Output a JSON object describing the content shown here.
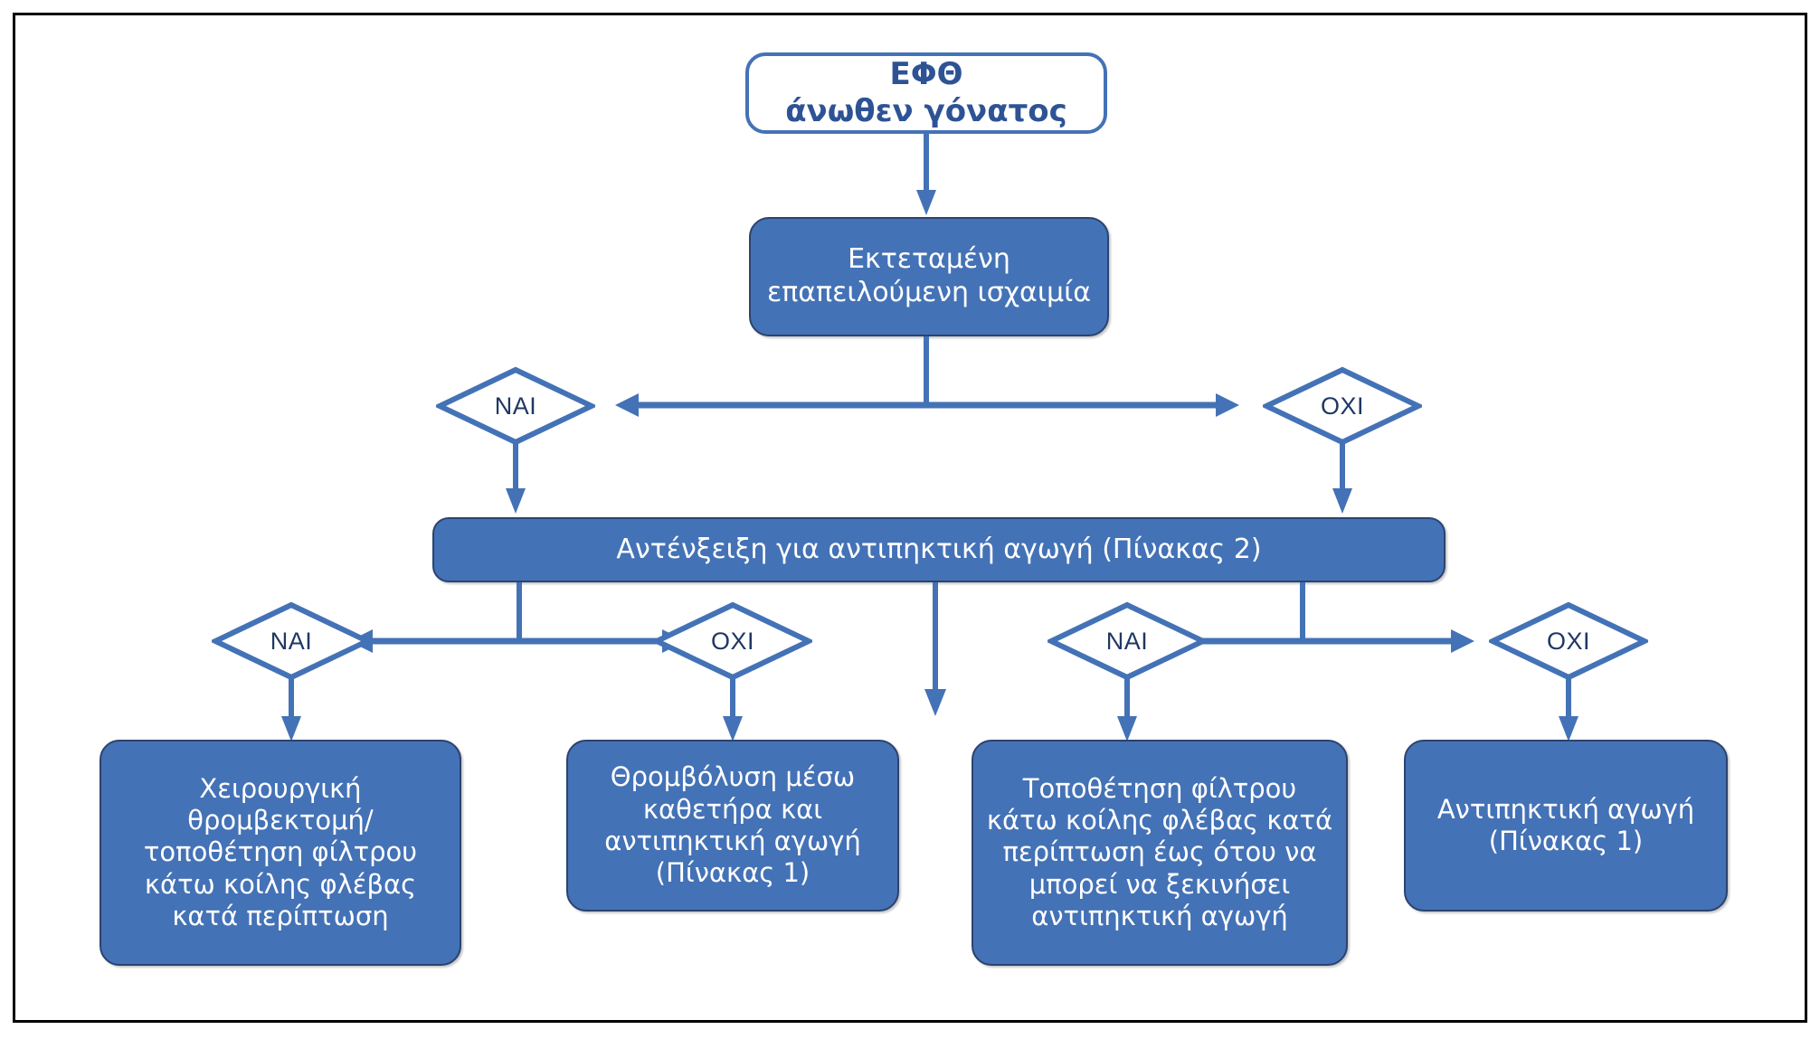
{
  "diagram": {
    "title": "ΕΦΘ άνωθεν γόνατος — αλγόριθμος αντιμετώπισης",
    "colors": {
      "accent": "#4472b6",
      "fill": "#4472b6",
      "fill_border": "#2b436e",
      "outline_text": "#2e5395",
      "diamond_text": "#1f3864",
      "frame": "#000000",
      "box_text": "#ffffff",
      "background": "#ffffff"
    },
    "nodes": {
      "root": {
        "id": "root",
        "line1": "ΕΦΘ",
        "line2": "άνωθεν γόνατος",
        "style": "outline"
      },
      "ischemia": {
        "id": "ischemia",
        "text": "Εκτεταμένη\nεπαπειλούμενη ισχαιμία",
        "style": "filled"
      },
      "contraindication": {
        "id": "contraindication",
        "text": "Αντένξειξη για αντιπηκτική αγωγή (Πίνακας 2)",
        "style": "filled"
      },
      "outcome1": {
        "id": "outcome1",
        "text": "Χειρουργική\nθρομβεκτομή/\nτοποθέτηση φίλτρου\nκάτω κοίλης φλέβας\nκατά περίπτωση",
        "style": "filled"
      },
      "outcome2": {
        "id": "outcome2",
        "text": "Θρομβόλυση μέσω\nκαθετήρα και\nαντιπηκτική αγωγή\n(Πίνακας 1)",
        "style": "filled"
      },
      "outcome3": {
        "id": "outcome3",
        "text": "Τοποθέτηση φίλτρου\nκάτω κοίλης φλέβας κατά\nπερίπτωση έως ότου να\nμπορεί να ξεκινήσει\nαντιπηκτική αγωγή",
        "style": "filled"
      },
      "outcome4": {
        "id": "outcome4",
        "text": "Αντιπηκτική αγωγή\n(Πίνακας 1)",
        "style": "filled"
      }
    },
    "decisions": {
      "d1_yes": {
        "label": "ΝΑΙ"
      },
      "d1_no": {
        "label": "ΟΧΙ"
      },
      "d2_yes": {
        "label": "ΝΑΙ"
      },
      "d2_no": {
        "label": "ΟΧΙ"
      },
      "d3_yes": {
        "label": "ΝΑΙ"
      },
      "d3_no": {
        "label": "ΟΧΙ"
      }
    },
    "edges": [
      {
        "from": "root",
        "to": "ischemia",
        "label": ""
      },
      {
        "from": "ischemia",
        "to": "d1_yes",
        "label": "ΝΑΙ"
      },
      {
        "from": "ischemia",
        "to": "d1_no",
        "label": "ΟΧΙ"
      },
      {
        "from": "d1_yes",
        "to": "contraindication",
        "label": ""
      },
      {
        "from": "d1_no",
        "to": "contraindication",
        "label": ""
      },
      {
        "from": "contraindication",
        "to": "d2_yes",
        "label": "ΝΑΙ"
      },
      {
        "from": "contraindication",
        "to": "d2_no",
        "label": "ΟΧΙ"
      },
      {
        "from": "contraindication",
        "to": "outcome3",
        "label": ""
      },
      {
        "from": "contraindication",
        "to": "d3_yes",
        "label": "ΝΑΙ"
      },
      {
        "from": "contraindication",
        "to": "d3_no",
        "label": "ΟΧΙ"
      },
      {
        "from": "d2_yes",
        "to": "outcome1",
        "label": ""
      },
      {
        "from": "d2_no",
        "to": "outcome2",
        "label": ""
      },
      {
        "from": "d3_yes",
        "to": "outcome3",
        "label": ""
      },
      {
        "from": "d3_no",
        "to": "outcome4",
        "label": ""
      }
    ]
  }
}
